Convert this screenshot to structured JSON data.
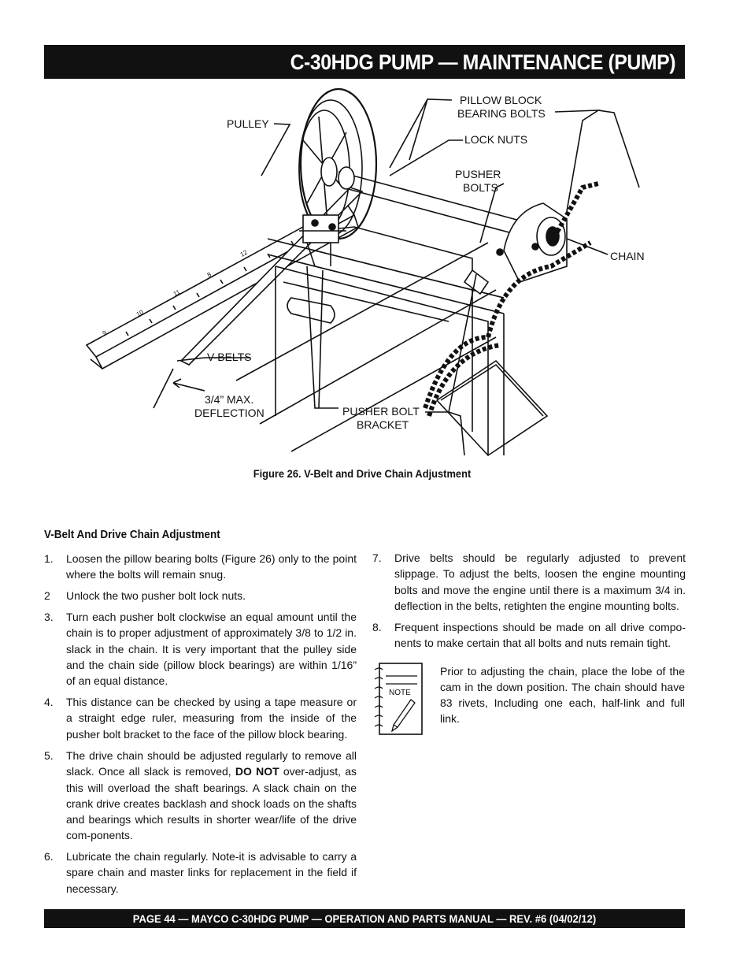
{
  "header": {
    "title": "C-30HDG PUMP — MAINTENANCE (PUMP)"
  },
  "figure": {
    "labels": {
      "pulley": "PULLEY",
      "pillow_block": "PILLOW BLOCK",
      "bearing_bolts": "BEARING BOLTS",
      "lock_nuts": "LOCK NUTS",
      "pusher": "PUSHER",
      "bolts": "BOLTS",
      "chain": "CHAIN",
      "v_belts": "V-BELTS",
      "max_deflection_1": "3/4” MAX.",
      "max_deflection_2": "DEFLECTION",
      "pusher_bolt": "PUSHER BOLT",
      "bracket": "BRACKET"
    },
    "ruler_marks": [
      "9",
      "10",
      "11",
      "8",
      "12"
    ],
    "caption": "Figure 26. V-Belt and Drive Chain Adjustment"
  },
  "section": {
    "title": "V-Belt And Drive Chain Adjustment"
  },
  "steps": [
    {
      "num": "1.",
      "text": "Loosen the pillow bearing bolts (Figure 26) only to the point where the bolts will remain snug."
    },
    {
      "num": "2",
      "text": "Unlock the two pusher bolt lock nuts."
    },
    {
      "num": "3.",
      "text": "Turn each pusher bolt clockwise an equal amount until the chain is to proper adjustment of approximately 3/8 to 1/2 in. slack in the chain. It is very important that the pulley side and the chain side (pillow block bearings) are within 1/16” of an equal distance."
    },
    {
      "num": "4.",
      "text": "This distance can be checked by using a tape measure or a straight edge ruler, measuring from the inside of the pusher bolt bracket to the face of the pillow block bearing."
    },
    {
      "num": "5.",
      "text_before": "The drive chain should be adjusted regularly to remove all slack. Once all slack is removed, ",
      "text_bold": "DO NOT",
      "text_after": " over-adjust, as this will overload the shaft bearings. A slack chain on the crank drive creates backlash and shock loads on the shafts and bearings which results in shorter wear/life of the drive com-ponents."
    },
    {
      "num": "6.",
      "text": "Lubricate the chain regularly. Note-it is advisable to carry a spare chain and master links for replacement in the field if necessary."
    },
    {
      "num": "7.",
      "text": "Drive belts should be regularly adjusted to prevent slippage. To adjust the belts, loosen the engine mounting bolts and move the engine until there is a maximum 3/4 in. deflection in the belts, retighten the engine mounting bolts."
    },
    {
      "num": "8.",
      "text": "Frequent inspections should be made on all drive compo-nents to make certain that all bolts and nuts remain tight."
    }
  ],
  "note": {
    "icon_label": "NOTE",
    "text": "Prior to adjusting the chain, place the lobe of the cam in the down position. The chain should have 83 rivets, Including one each, half-link and full link."
  },
  "footer": {
    "text": "PAGE 44 — MAYCO C-30HDG PUMP — OPERATION AND PARTS MANUAL — REV. #6 (04/02/12)"
  }
}
